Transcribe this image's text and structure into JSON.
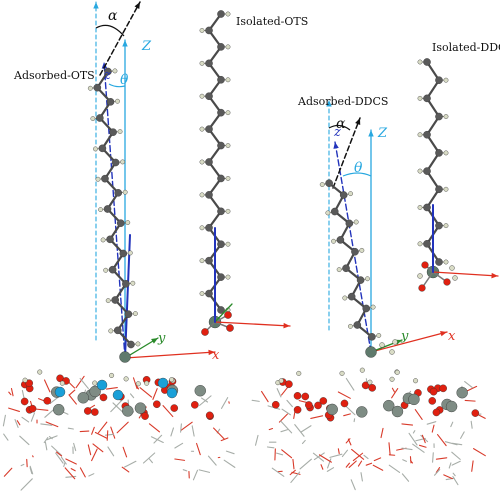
{
  "labels": {
    "adsorbed_ots": "Adsorbed-OTS",
    "isolated_ots": "Isolated-OTS",
    "adsorbed_ddcs": "Adsorbed-DDCS",
    "isolated_ddcs": "Isolated-DDCS"
  },
  "axes": {
    "Z": "Z",
    "z": "z",
    "x": "x",
    "y": "y",
    "alpha": "α",
    "theta": "θ"
  },
  "colors": {
    "carbon": "#5a5a5a",
    "hydrogen": "#d9dcc6",
    "oxygen": "#e02010",
    "silicon_surface": "#7e8c84",
    "silicon_head": "#5f7a6c",
    "silica_frame": "#a7ada8",
    "z_axis": "#28a8e0",
    "x_axis": "#e03020",
    "y_axis": "#2a8a2a",
    "chain_axis": "#2233bb",
    "molecular_axis": "#111111",
    "cyan_atom": "#1aa0d8"
  }
}
